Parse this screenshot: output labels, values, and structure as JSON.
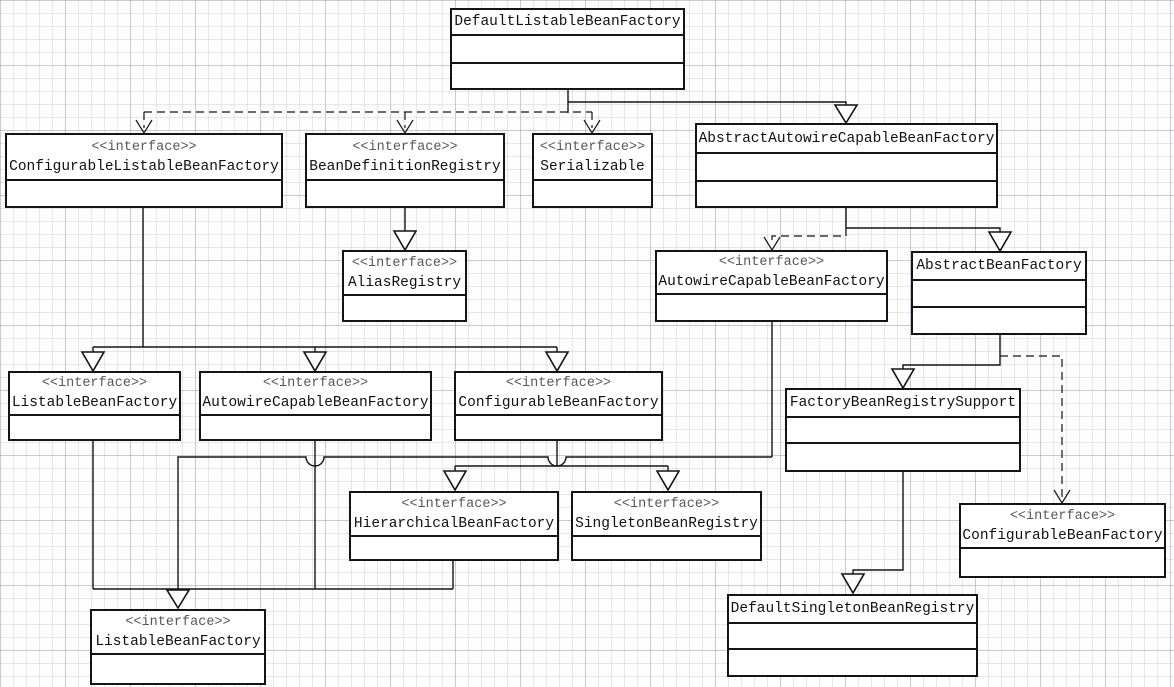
{
  "nodes": [
    {
      "id": "default-listable-bean-factory",
      "stereotype": "",
      "name": "DefaultListableBeanFactory"
    },
    {
      "id": "configurable-listable-bean-factory",
      "stereotype": "<<interface>>",
      "name": "ConfigurableListableBeanFactory"
    },
    {
      "id": "bean-definition-registry",
      "stereotype": "<<interface>>",
      "name": "BeanDefinitionRegistry"
    },
    {
      "id": "serializable",
      "stereotype": "<<interface>>",
      "name": "Serializable"
    },
    {
      "id": "abstract-autowire-capable-bean-factory",
      "stereotype": "",
      "name": "AbstractAutowireCapableBeanFactory"
    },
    {
      "id": "alias-registry",
      "stereotype": "<<interface>>",
      "name": "AliasRegistry"
    },
    {
      "id": "autowire-capable-bean-factory-right",
      "stereotype": "<<interface>>",
      "name": "AutowireCapableBeanFactory"
    },
    {
      "id": "abstract-bean-factory",
      "stereotype": "",
      "name": "AbstractBeanFactory"
    },
    {
      "id": "listable-bean-factory-mid",
      "stereotype": "<<interface>>",
      "name": "ListableBeanFactory"
    },
    {
      "id": "autowire-capable-bean-factory-mid",
      "stereotype": "<<interface>>",
      "name": "AutowireCapableBeanFactory"
    },
    {
      "id": "configurable-bean-factory-mid",
      "stereotype": "<<interface>>",
      "name": "ConfigurableBeanFactory"
    },
    {
      "id": "factory-bean-registry-support",
      "stereotype": "",
      "name": "FactoryBeanRegistrySupport"
    },
    {
      "id": "hierarchical-bean-factory",
      "stereotype": "<<interface>>",
      "name": "HierarchicalBeanFactory"
    },
    {
      "id": "singleton-bean-registry",
      "stereotype": "<<interface>>",
      "name": "SingletonBeanRegistry"
    },
    {
      "id": "configurable-bean-factory-bottom-right",
      "stereotype": "<<interface>>",
      "name": "ConfigurableBeanFactory"
    },
    {
      "id": "listable-bean-factory-bottom",
      "stereotype": "<<interface>>",
      "name": "ListableBeanFactory"
    },
    {
      "id": "default-singleton-bean-registry",
      "stereotype": "",
      "name": "DefaultSingletonBeanRegistry"
    }
  ],
  "edges": [
    {
      "from": "DefaultListableBeanFactory",
      "to": "ConfigurableListableBeanFactory",
      "type": "dashed-dependency"
    },
    {
      "from": "DefaultListableBeanFactory",
      "to": "BeanDefinitionRegistry",
      "type": "dashed-dependency"
    },
    {
      "from": "DefaultListableBeanFactory",
      "to": "Serializable",
      "type": "dashed-dependency"
    },
    {
      "from": "DefaultListableBeanFactory",
      "to": "AbstractAutowireCapableBeanFactory",
      "type": "generalization"
    },
    {
      "from": "BeanDefinitionRegistry",
      "to": "AliasRegistry",
      "type": "generalization"
    },
    {
      "from": "AbstractAutowireCapableBeanFactory",
      "to": "AutowireCapableBeanFactory",
      "type": "dashed-dependency"
    },
    {
      "from": "AbstractAutowireCapableBeanFactory",
      "to": "AbstractBeanFactory",
      "type": "generalization"
    },
    {
      "from": "AbstractBeanFactory",
      "to": "FactoryBeanRegistrySupport",
      "type": "generalization"
    },
    {
      "from": "AbstractBeanFactory",
      "to": "ConfigurableBeanFactory (bottom right)",
      "type": "dashed-dependency"
    },
    {
      "from": "ConfigurableListableBeanFactory",
      "to": "ListableBeanFactory",
      "type": "generalization"
    },
    {
      "from": "ConfigurableListableBeanFactory",
      "to": "AutowireCapableBeanFactory",
      "type": "generalization"
    },
    {
      "from": "ConfigurableListableBeanFactory",
      "to": "ConfigurableBeanFactory",
      "type": "generalization"
    },
    {
      "from": "ConfigurableBeanFactory",
      "to": "HierarchicalBeanFactory",
      "type": "generalization"
    },
    {
      "from": "ConfigurableBeanFactory",
      "to": "SingletonBeanRegistry",
      "type": "generalization"
    },
    {
      "from": "AutowireCapableBeanFactory (right)",
      "to": "ListableBeanFactory (bottom)",
      "type": "generalization"
    },
    {
      "from": "ListableBeanFactory (mid)",
      "to": "ListableBeanFactory (bottom)",
      "type": "generalization"
    },
    {
      "from": "AutowireCapableBeanFactory (mid)",
      "to": "ListableBeanFactory (bottom)",
      "type": "generalization"
    },
    {
      "from": "HierarchicalBeanFactory",
      "to": "ListableBeanFactory (bottom)",
      "type": "generalization"
    },
    {
      "from": "FactoryBeanRegistrySupport",
      "to": "DefaultSingletonBeanRegistry",
      "type": "generalization"
    }
  ]
}
